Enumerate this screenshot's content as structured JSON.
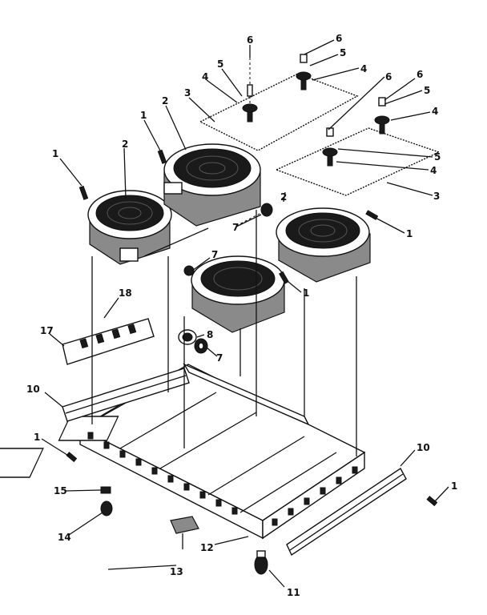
{
  "labels": {
    "l1a": "1",
    "l1b": "1",
    "l1c": "1",
    "l1d": "1",
    "l1e": "1",
    "l1f": "1",
    "l2a": "2",
    "l2b": "2",
    "l2c": "2",
    "l3a": "3",
    "l3b": "3",
    "l4a": "4",
    "l4b": "4",
    "l4c": "4",
    "l4d": "4",
    "l5a": "5",
    "l5b": "5",
    "l5c": "5",
    "l5d": "5",
    "l6a": "6",
    "l6b": "6",
    "l6c": "6",
    "l6d": "6",
    "l7a": "7",
    "l7b": "7",
    "l7c": "7",
    "l8": "8",
    "l10a": "10",
    "l10b": "10",
    "l11": "11",
    "l12": "12",
    "l13": "13",
    "l14": "14",
    "l15": "15",
    "l17": "17",
    "l18": "18"
  }
}
